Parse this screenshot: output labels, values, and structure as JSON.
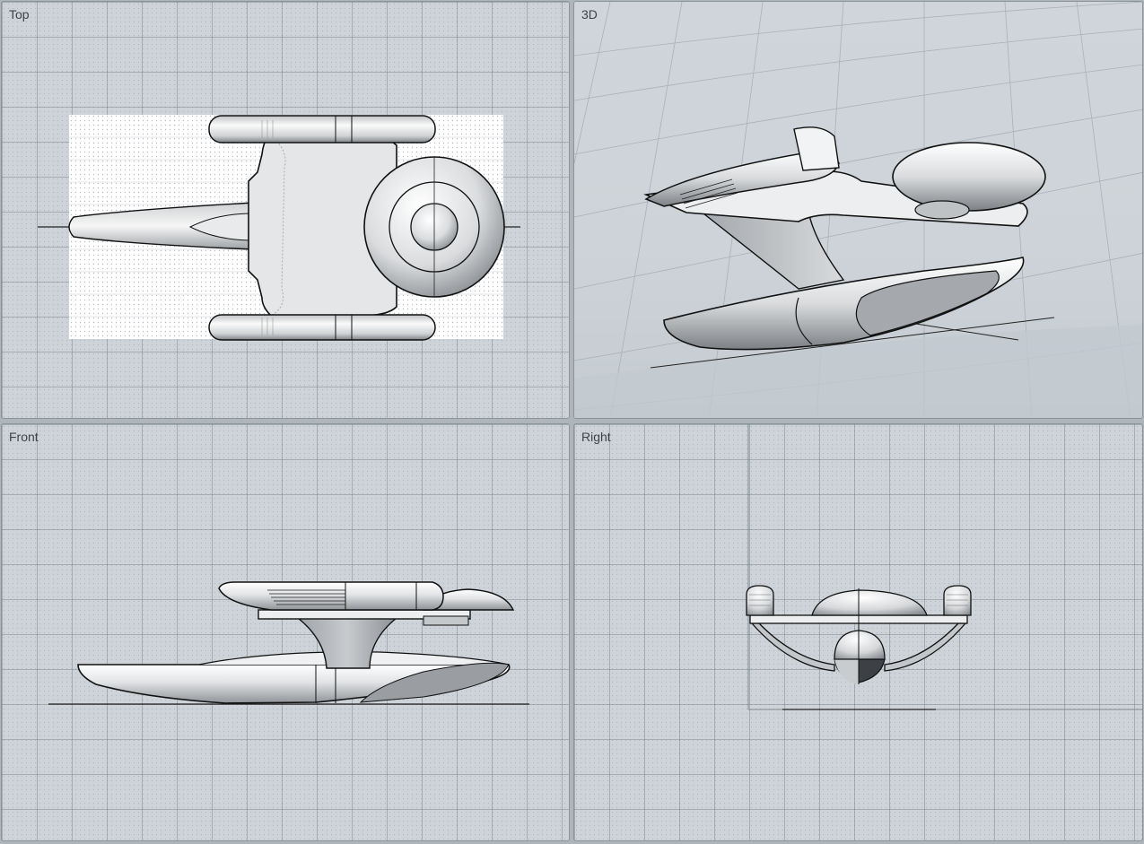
{
  "viewports": {
    "top": {
      "label": "Top"
    },
    "perspective": {
      "label": "3D"
    },
    "front": {
      "label": "Front"
    },
    "right": {
      "label": "Right"
    }
  },
  "colors": {
    "background": "#cdd3d8",
    "gridLine": "#8a949c",
    "modelFill": "#e6e8ea",
    "modelShade": "#8e9296",
    "edge": "#111111"
  }
}
